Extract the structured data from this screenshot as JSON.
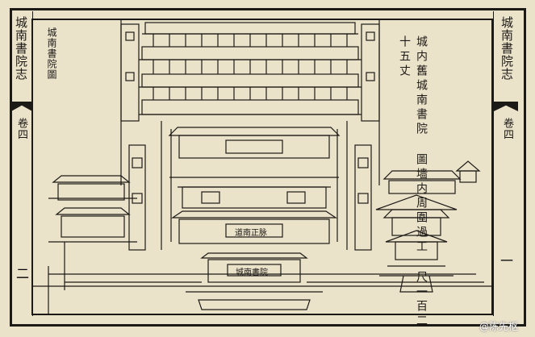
{
  "book": {
    "title": "城南書院志",
    "volume": "卷四",
    "page_left": "二",
    "page_right": "一"
  },
  "figure": {
    "title": "城南書院圖",
    "inscription_columns": [
      "城内舊城南書院",
      "圖墙内周圍過工",
      "尺一百二十五丈"
    ],
    "plaques": {
      "main_hall": "道南正脉",
      "gate": "城南書院"
    }
  },
  "watermark": {
    "text": "@陈先枢"
  },
  "colors": {
    "paper": "#ebe2ca",
    "ink": "#1c1a16"
  }
}
